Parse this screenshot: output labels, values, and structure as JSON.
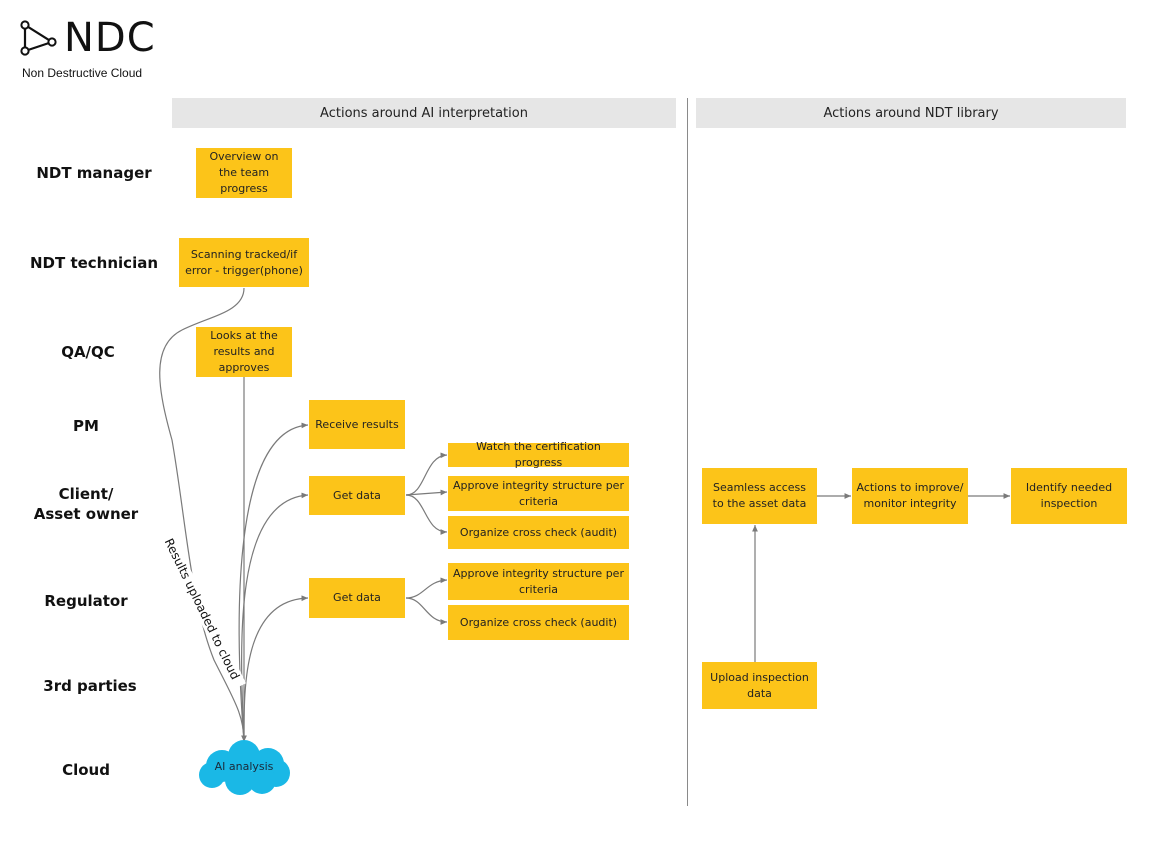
{
  "logo": {
    "name": "NDC",
    "tagline": "Non Destructive Cloud",
    "icon": "triangle-nodes-icon"
  },
  "headers": {
    "ai": "Actions around AI interpretation",
    "library": "Actions around NDT library"
  },
  "rows": {
    "ndt_manager": "NDT manager",
    "ndt_technician": "NDT technician",
    "qaqc": "QA/QC",
    "pm": "PM",
    "client_line1": "Client/",
    "client_line2": "Asset owner",
    "regulator": "Regulator",
    "third_parties": "3rd parties",
    "cloud": "Cloud"
  },
  "boxes": {
    "overview": "Overview on the team progress",
    "scanning": "Scanning tracked/if error - trigger(phone)",
    "looks": "Looks at the results and approves",
    "receive": "Receive results",
    "client_get": "Get data",
    "watch": "Watch the certification progress",
    "client_approve": "Approve integrity structure per criteria",
    "client_organize": "Organize cross check (audit)",
    "reg_get": "Get data",
    "reg_approve": "Approve integrity structure per criteria",
    "reg_organize": "Organize cross check (audit)",
    "seamless": "Seamless access to the asset data",
    "improve": "Actions to improve/ monitor integrity",
    "identify": "Identify needed inspection",
    "upload": "Upload inspection data"
  },
  "cloud": {
    "label": "AI analysis",
    "color": "#1ab8e6"
  },
  "edge_label": "Results uploaded to cloud",
  "colors": {
    "box": "#fcc419",
    "header": "#e6e6e6",
    "line": "#7a7a7a"
  }
}
